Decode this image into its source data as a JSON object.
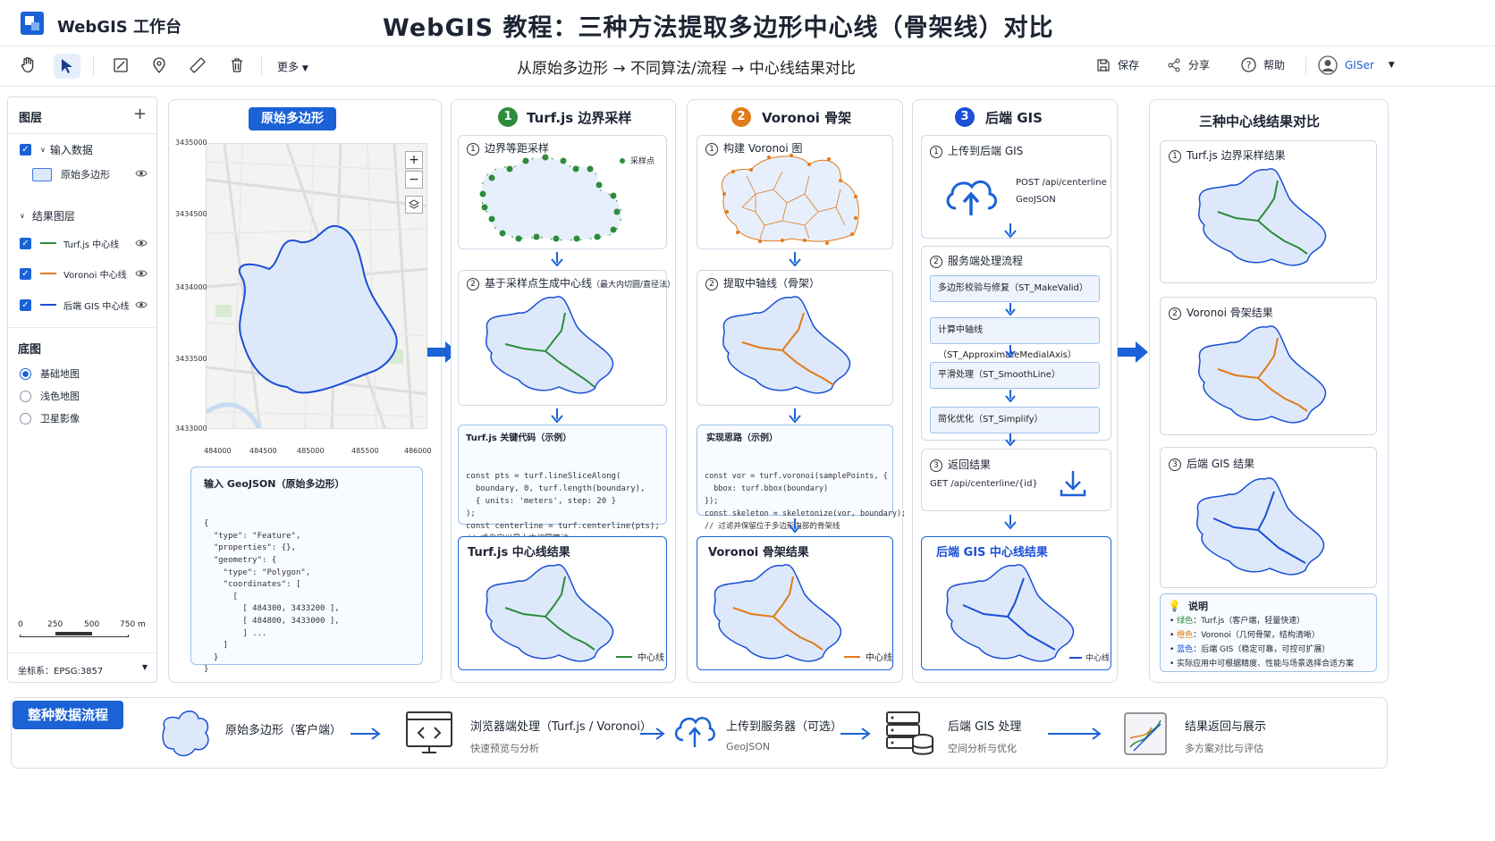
{
  "app": {
    "name": "WebGIS 工作台",
    "page_title": "WebGIS 教程：三种方法提取多边形中心线（骨架线）对比",
    "subtitle": "从原始多边形 → 不同算法/流程 → 中心线结果对比"
  },
  "toolbar": {
    "more": "更多",
    "save": "保存",
    "share": "分享",
    "help": "帮助",
    "user": "GISer"
  },
  "layers": {
    "title": "图层",
    "input_group": "输入数据",
    "input_layer": "原始多边形",
    "result_group": "结果图层",
    "results": [
      "Turf.js 中心线",
      "Voronoi 中心线",
      "后端 GIS 中心线"
    ],
    "basemap_title": "底图",
    "basemaps": [
      "基础地图",
      "浅色地图",
      "卫星影像"
    ],
    "scale": [
      "0",
      "250",
      "500",
      "750 m"
    ],
    "crs": "坐标系：EPSG:3857"
  },
  "map": {
    "title": "原始多边形",
    "y_ticks": [
      "3435000",
      "3434500",
      "3434000",
      "3433500",
      "3433000"
    ],
    "x_ticks": [
      "484000",
      "484500",
      "485000",
      "485500",
      "486000"
    ],
    "geojson_title": "输入 GeoJSON（原始多边形）",
    "geojson_lines": [
      "{",
      "  \"type\": \"Feature\",",
      "  \"properties\": {},",
      "  \"geometry\": {",
      "    \"type\": \"Polygon\",",
      "    \"coordinates\": [",
      "      [",
      "        [ 484300, 3433200 ],",
      "        [ 484800, 3433000 ],",
      "        ] ...",
      "    ]",
      "  }",
      "}"
    ]
  },
  "turf": {
    "num": "1",
    "title": "Turf.js 边界采样",
    "step1": "边界等距采样",
    "sample_legend": "采样点",
    "step2": "基于采样点生成中心线",
    "step2_note": "（最大内切圆/直径法）",
    "code_title": "Turf.js 关键代码（示例）",
    "code_lines": [
      "const pts = turf.lineSliceAlong(",
      "  boundary, 0, turf.length(boundary),",
      "  { units: 'meters', step: 20 }",
      ");",
      "const centerline = turf.centerline(pts);",
      "// 或自定义最大内切圆算法"
    ],
    "result_title": "Turf.js 中心线结果",
    "legend": "中心线"
  },
  "voronoi": {
    "num": "2",
    "title": "Voronoi 骨架",
    "step1": "构建 Voronoi 图",
    "step2": "提取中轴线（骨架）",
    "code_title": "实现思路（示例）",
    "code_lines": [
      "const vor = turf.voronoi(samplePoints, {",
      "  bbox: turf.bbox(boundary)",
      "});",
      "const skeleton = skeletonize(vor, boundary);",
      "// 过滤并保留位于多边形内部的骨架线"
    ],
    "result_title": "Voronoi 骨架结果",
    "legend": "中心线"
  },
  "backend": {
    "num": "3",
    "title": "后端 GIS",
    "step1": "上传到后端 GIS",
    "post_line1": "POST /api/centerline",
    "post_line2": "GeoJSON",
    "step2": "服务端处理流程",
    "procs": [
      "多边形校验与修复（ST_MakeValid）",
      "计算中轴线（ST_ApproximateMedialAxis）",
      "平滑处理（ST_SmoothLine）",
      "简化优化（ST_Simplify）"
    ],
    "step3": "返回结果",
    "get_line": "GET /api/centerline/{id}",
    "result_title": "后端 GIS 中心线结果",
    "legend": "中心线"
  },
  "compare": {
    "title": "三种中心线结果对比",
    "items": [
      "Turf.js 边界采样结果",
      "Voronoi 骨架结果",
      "后端 GIS 结果"
    ],
    "nums": [
      "1",
      "2",
      "3"
    ],
    "note_title": "说明",
    "notes": [
      {
        "color_word": "绿色",
        "rest": "：Turf.js（客户端，轻量快速）",
        "color": "#2e8b3e"
      },
      {
        "color_word": "橙色",
        "rest": "：Voronoi（几何骨架，结构清晰）",
        "color": "#e07b1a"
      },
      {
        "color_word": "蓝色",
        "rest": "：后端 GIS（稳定可靠，可控可扩展）",
        "color": "#1a4fd6"
      },
      {
        "color_word": "",
        "rest": "实际应用中可根据精度、性能与场景选择合适方案",
        "color": "#333333"
      }
    ]
  },
  "workflow": {
    "title": "整种数据流程",
    "steps": [
      {
        "title": "原始多边形（客户端）",
        "sub": ""
      },
      {
        "title": "浏览器端处理（Turf.js / Voronoi）",
        "sub": "快速预览与分析"
      },
      {
        "title": "上传到服务器（可选）",
        "sub": "GeoJSON"
      },
      {
        "title": "后端 GIS 处理",
        "sub": "空间分析与优化"
      },
      {
        "title": "结果返回与展示",
        "sub": "多方案对比与评估"
      }
    ]
  },
  "colors": {
    "accent": "#1a62d6",
    "turf": "#2e8b3e",
    "voronoi": "#e07b1a",
    "backend": "#1a4fd6",
    "poly_fill": "#dde9fa"
  }
}
